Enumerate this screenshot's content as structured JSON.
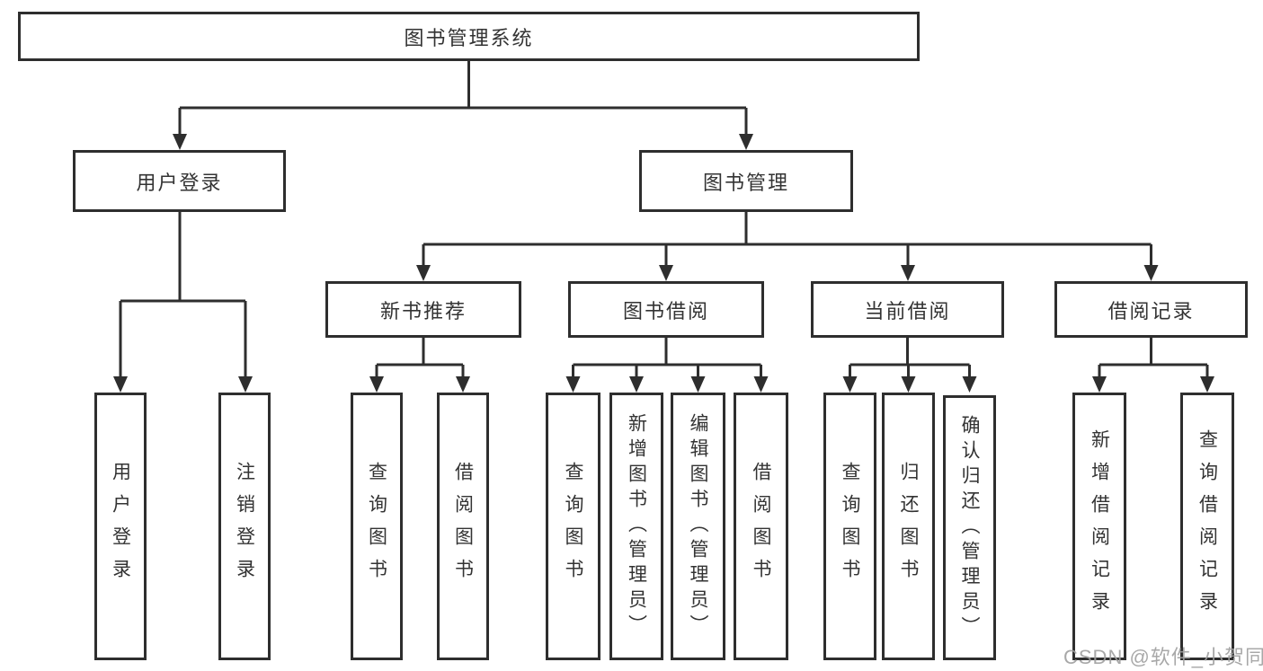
{
  "tree": {
    "root": {
      "label": "图书管理系统",
      "children": [
        {
          "label": "用户登录",
          "children": [
            {
              "label": "用户登录"
            },
            {
              "label": "注销登录"
            }
          ]
        },
        {
          "label": "图书管理",
          "children": [
            {
              "label": "新书推荐",
              "children": [
                {
                  "label": "查询图书"
                },
                {
                  "label": "借阅图书"
                }
              ]
            },
            {
              "label": "图书借阅",
              "children": [
                {
                  "label": "查询图书"
                },
                {
                  "label": "新增图书（管理员）"
                },
                {
                  "label": "编辑图书（管理员）"
                },
                {
                  "label": "借阅图书"
                }
              ]
            },
            {
              "label": "当前借阅",
              "children": [
                {
                  "label": "查询图书"
                },
                {
                  "label": "归还图书"
                },
                {
                  "label": "确认归还（管理员）"
                }
              ]
            },
            {
              "label": "借阅记录",
              "children": [
                {
                  "label": "新增借阅记录"
                },
                {
                  "label": "查询借阅记录"
                }
              ]
            }
          ]
        }
      ]
    }
  },
  "watermark": "CSDN @软件_小贺同学",
  "colors": {
    "line": "#2e2e2e",
    "text": "#333333",
    "watermark": "#9e9e9e",
    "background": "#ffffff"
  }
}
